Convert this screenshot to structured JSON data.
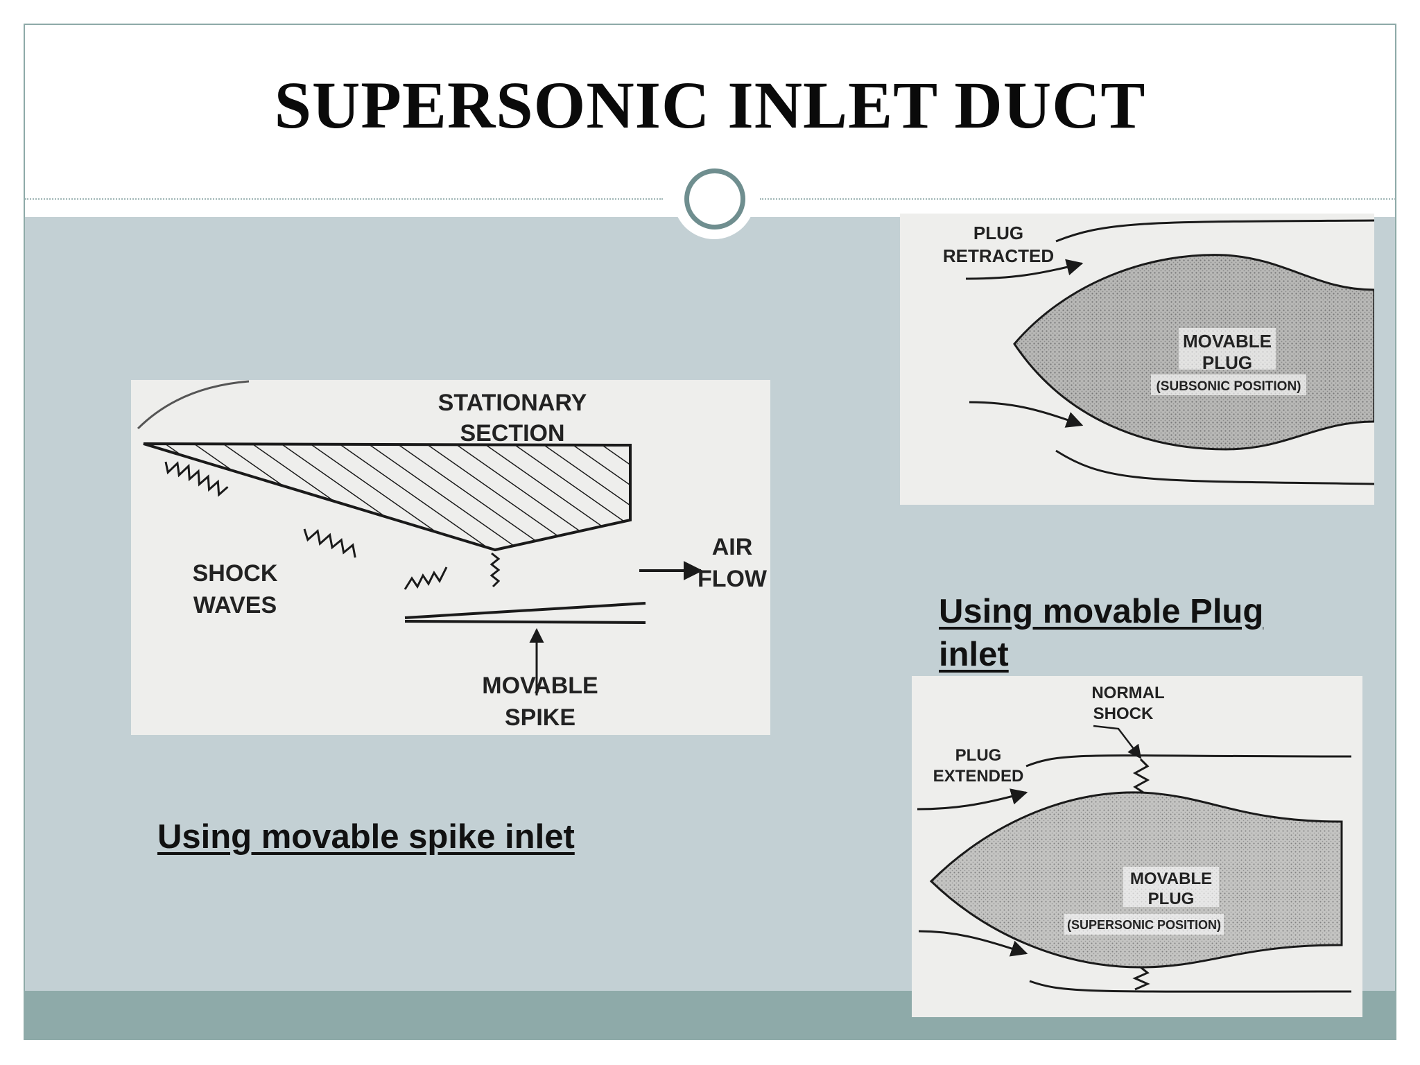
{
  "slide": {
    "title": "SUPERSONIC INLET DUCT"
  },
  "spike_figure": {
    "labels": {
      "stationary_1": "STATIONARY",
      "stationary_2": "SECTION",
      "shock_1": "SHOCK",
      "shock_2": "WAVES",
      "air_1": "AIR",
      "air_2": "FLOW",
      "spike_1": "MOVABLE",
      "spike_2": "SPIKE"
    },
    "caption": "Using movable spike inlet"
  },
  "plug_retracted_figure": {
    "labels": {
      "plug_1": "PLUG",
      "plug_2": "RETRACTED",
      "movable_1": "MOVABLE",
      "movable_2": "PLUG",
      "position": "(SUBSONIC POSITION)"
    }
  },
  "plug_caption": {
    "line1": "Using movable Plug",
    "line2": "inlet"
  },
  "plug_extended_figure": {
    "labels": {
      "normal_1": "NORMAL",
      "normal_2": "SHOCK",
      "plug_1": "PLUG",
      "plug_2": "EXTENDED",
      "movable_1": "MOVABLE",
      "movable_2": "PLUG",
      "position": "(SUPERSONIC POSITION)"
    }
  },
  "colors": {
    "border": "#8eaaa8",
    "content_background": "#c3d0d4",
    "footer_band": "#8eaaa9",
    "circle_ring": "#6f8e8f"
  }
}
